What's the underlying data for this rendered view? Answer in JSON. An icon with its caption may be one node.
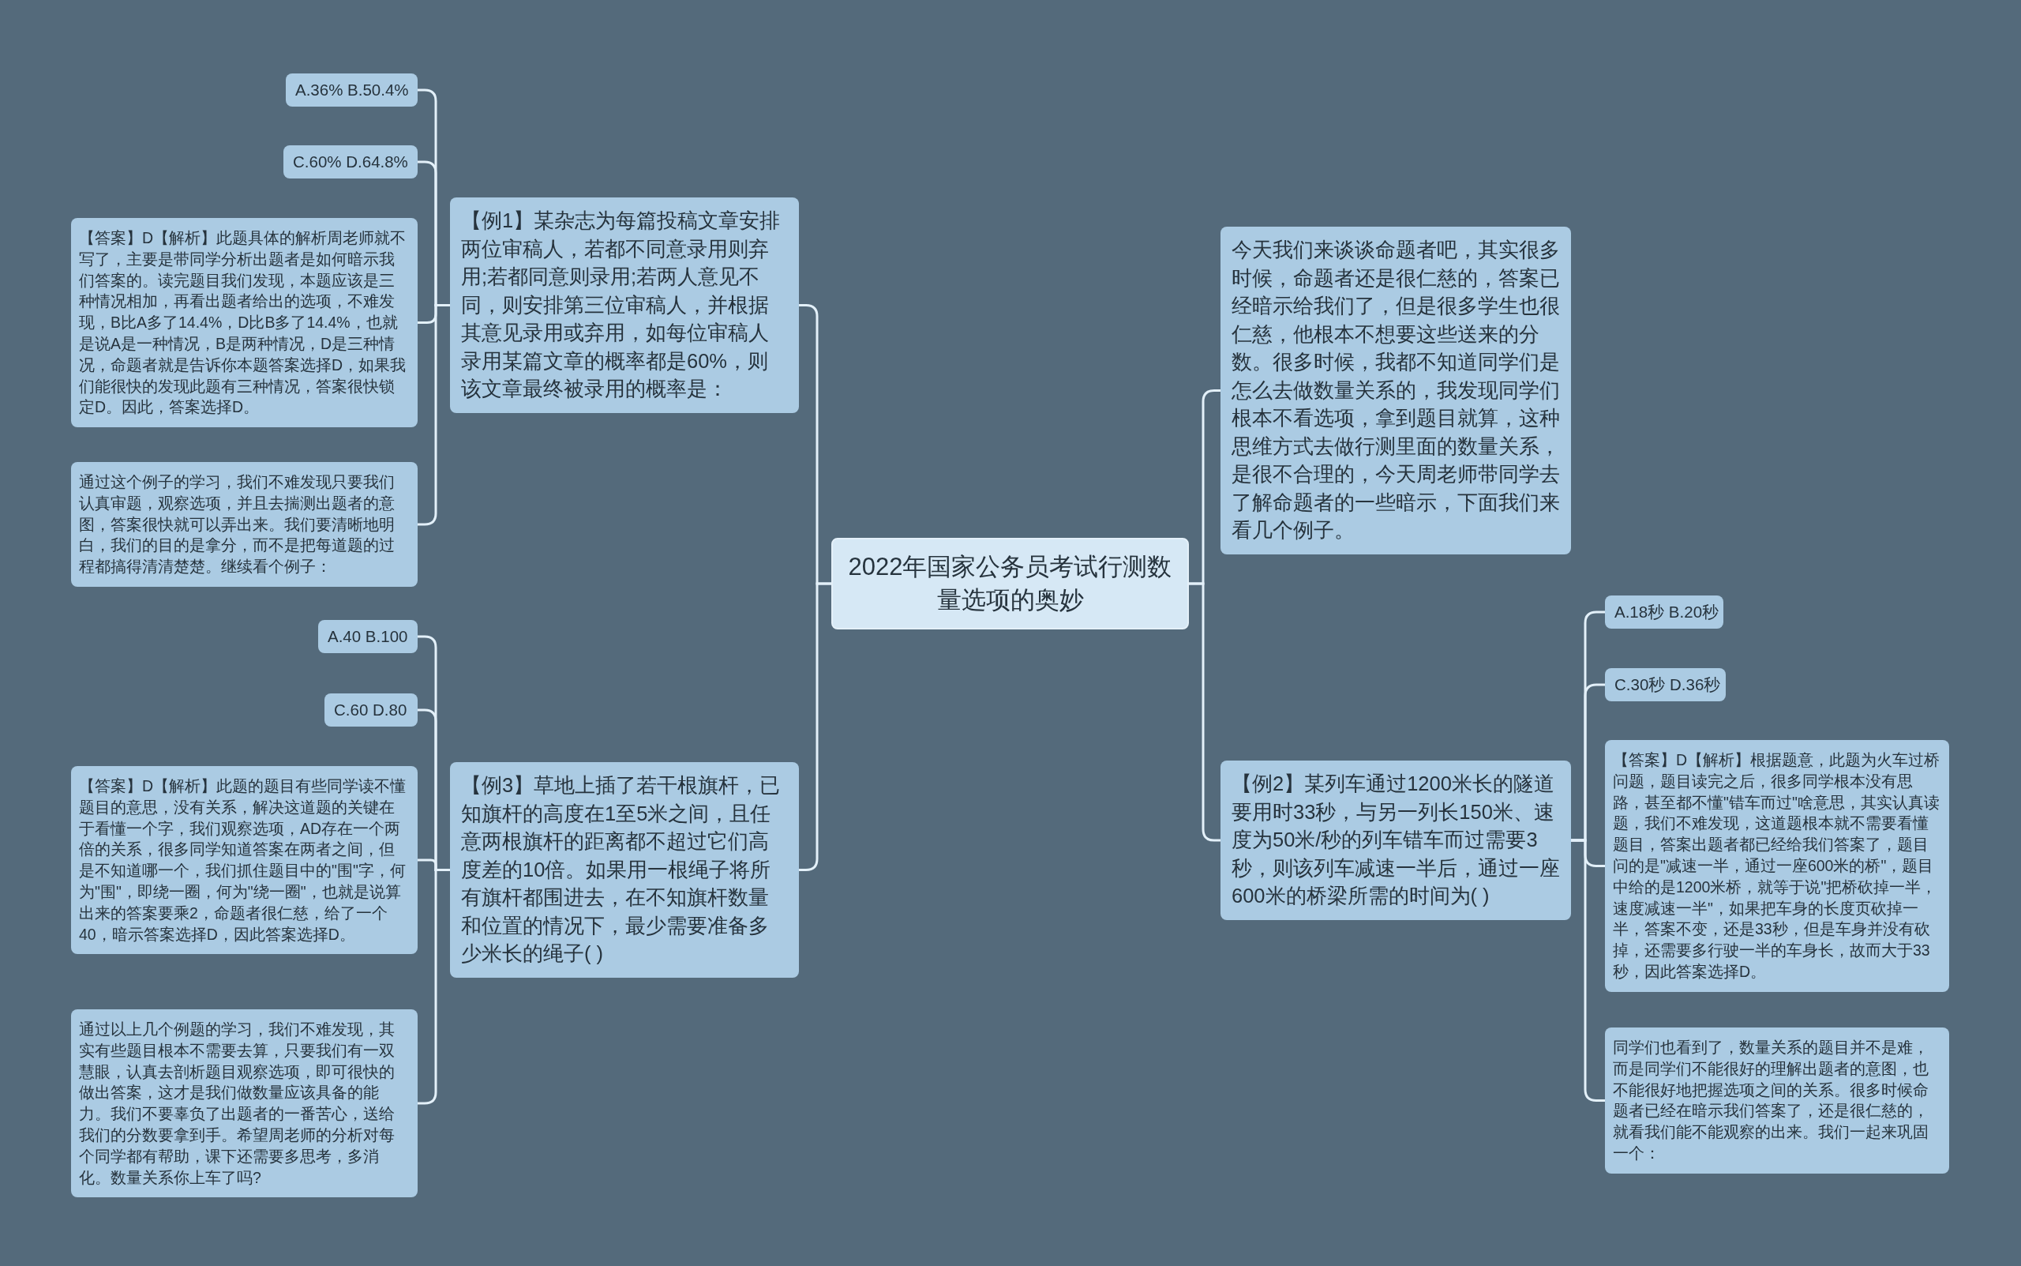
{
  "diagram": {
    "nodes": [
      {
        "text": [
          "2022年国家公务员考试行测数量选项的奥妙"
        ]
      },
      {
        "text": [
          "【例1】某杂志为每篇投稿文章安排两位审稿人，若都不同意录用则弃用;若都同意则录用;若两人意见不同，则安排第三位审稿人，并根据其意见录用或弃用，如每位审稿人录用某篇文章的概率都是60%，则该文章最终被录用的概率是："
        ]
      },
      {
        "text": [
          "A.36% B.50.4%"
        ]
      },
      {
        "text": [
          "C.60% D.64.8%"
        ]
      },
      {
        "text": [
          "【答案】D【解析】此题具体的解析周老师就不写了，主要是带同学分析出题者是如何暗示我们答案的。读完题目我们发现，本题应该是三种情况相加，再看出题者给出的选项，不难发现，B比A多了14.4%，D比B多了14.4%，也就是说A是一种情况，B是两种情况，D是三种情况，命题者就是告诉你本题答案选择D，如果我们能很快的发现此题有三种情况，答案很快锁定D。因此，答案选择D。"
        ]
      },
      {
        "text": [
          "通过这个例子的学习，我们不难发现只要我们认真审题，观察选项，并且去揣测出题者的意图，答案很快就可以弄出来。我们要清晰地明白，我们的目的是拿分，而不是把每道题的过程都搞得清清楚楚。继续看个例子："
        ]
      },
      {
        "text": [
          "【例3】草地上插了若干根旗杆，已知旗杆的高度在1至5米之间，且任意两根旗杆的距离都不超过它们高度差的10倍。如果用一根绳子将所有旗杆都围进去，在不知旗杆数量和位置的情况下，最少需要准备多少米长的绳子( )"
        ]
      },
      {
        "text": [
          "A.40 B.100"
        ]
      },
      {
        "text": [
          "C.60 D.80"
        ]
      },
      {
        "text": [
          "【答案】D【解析】此题的题目有些同学读不懂题目的意思，没有关系，解决这道题的关键在于看懂一个字，我们观察选项，AD存在一个两倍的关系，很多同学知道答案在两者之间，但是不知道哪一个，我们抓住题目中的\"围\"字，何为\"围\"，即绕一圈，何为\"绕一圈\"，也就是说算出来的答案要乘2，命题者很仁慈，给了一个40，暗示答案选择D，因此答案选择D。"
        ]
      },
      {
        "text": [
          "通过以上几个例题的学习，我们不难发现，其实有些题目根本不需要去算，只要我们有一双慧眼，认真去剖析题目观察选项，即可很快的做出答案，这才是我们做数量应该具备的能力。我们不要辜负了出题者的一番苦心，送给我们的分数要拿到手。希望周老师的分析对每个同学都有帮助，课下还需要多思考，多消化。数量关系你上车了吗?"
        ]
      },
      {
        "text": [
          "今天我们来谈谈命题者吧，其实很多时候，命题者还是很仁慈的，答案已经暗示给我们了，但是很多学生也很仁慈，他根本不想要这些送来的分数。很多时候，我都不知道同学们是怎么去做数量关系的，我发现同学们根本不看选项，拿到题目就算，这种思维方式去做行测里面的数量关系，是很不合理的，今天周老师带同学去了解命题者的一些暗示，下面我们来看几个例子。"
        ]
      },
      {
        "text": [
          "【例2】某列车通过1200米长的隧道要用时33秒，与另一列长150米、速度为50米/秒的列车错车而过需要3秒，则该列车减速一半后，通过一座600米的桥梁所需的时间为( )"
        ]
      },
      {
        "text": [
          "A.18秒 B.20秒"
        ]
      },
      {
        "text": [
          "C.30秒 D.36秒"
        ]
      },
      {
        "text": [
          "【答案】D【解析】根据题意，此题为火车过桥问题，题目读完之后，很多同学根本没有思路，甚至都不懂\"错车而过\"啥意思，其实认真读题，我们不难发现，这道题根本就不需要看懂题目，答案出题者都已经给我们答案了，题目问的是\"减速一半，通过一座600米的桥\"，题目中给的是1200米桥，就等于说\"把桥砍掉一半，速度减速一半\"，如果把车身的长度页砍掉一半，答案不变，还是33秒，但是车身并没有砍掉，还需要多行驶一半的车身长，故而大于33秒，因此答案选择D。"
        ]
      },
      {
        "text": [
          "同学们也看到了，数量关系的题目并不是难，而是同学们不能很好的理解出题者的意图，也不能很好地把握选项之间的关系。很多时候命题者已经在暗示我们答案了，还是很仁慈的，就看我们能不能观察的出来。我们一起来巩固一个："
        ]
      }
    ],
    "edges": [
      {
        "from": 0,
        "to": 1,
        "arrow": "none"
      },
      {
        "from": 1,
        "to": 2,
        "arrow": "none"
      },
      {
        "from": 1,
        "to": 3,
        "arrow": "none"
      },
      {
        "from": 1,
        "to": 4,
        "arrow": "none"
      },
      {
        "from": 1,
        "to": 5,
        "arrow": "none"
      },
      {
        "from": 0,
        "to": 6,
        "arrow": "none"
      },
      {
        "from": 6,
        "to": 7,
        "arrow": "none"
      },
      {
        "from": 6,
        "to": 8,
        "arrow": "none"
      },
      {
        "from": 6,
        "to": 9,
        "arrow": "none"
      },
      {
        "from": 6,
        "to": 10,
        "arrow": "none"
      },
      {
        "from": 0,
        "to": 11,
        "arrow": "none"
      },
      {
        "from": 0,
        "to": 12,
        "arrow": "none"
      },
      {
        "from": 12,
        "to": 13,
        "arrow": "none"
      },
      {
        "from": 12,
        "to": 14,
        "arrow": "none"
      },
      {
        "from": 12,
        "to": 15,
        "arrow": "none"
      },
      {
        "from": 12,
        "to": 16,
        "arrow": "none"
      }
    ]
  }
}
